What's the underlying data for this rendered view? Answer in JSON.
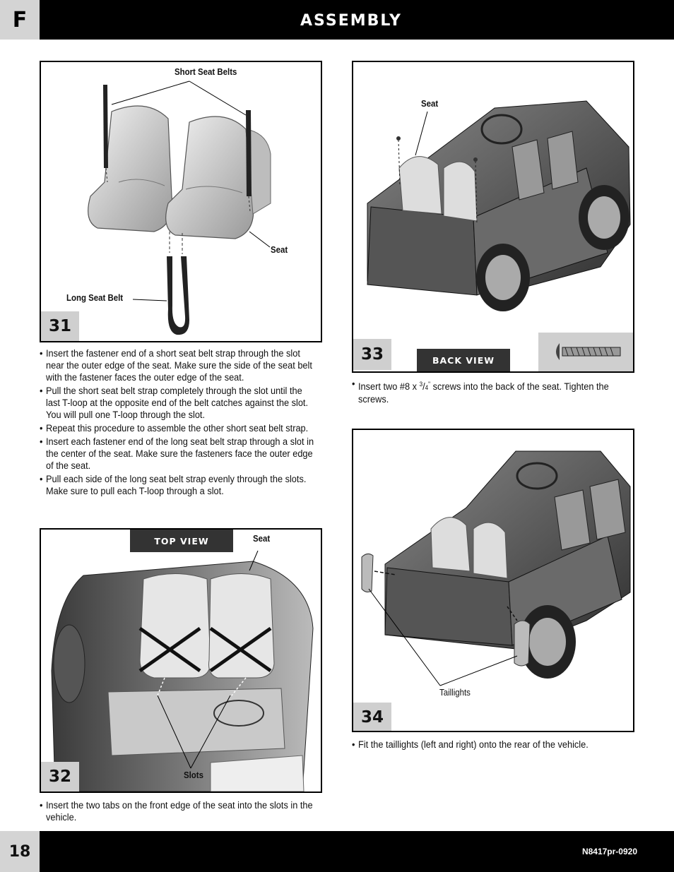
{
  "header": {
    "section_letter": "F",
    "title": "ASSEMBLY"
  },
  "footer": {
    "page_number": "18",
    "doc_code": "N8417pr-0920"
  },
  "step31": {
    "number": "31",
    "labels": {
      "short_belts": "Short Seat Belts",
      "seat": "Seat",
      "long_belt": "Long Seat Belt"
    },
    "instructions": [
      "Insert the fastener end of a short seat belt strap through the slot near the outer edge of the seat. Make sure the side of the seat belt with the fastener faces the outer edge of the seat.",
      "Pull the short seat belt strap completely through the slot until the last T-loop at the opposite end of the belt catches against the slot. You will pull one T-loop through the slot.",
      "Repeat this procedure to assemble the other short seat belt strap.",
      "Insert each fastener end of the long seat belt strap through a slot in the center of the seat. Make sure the fasteners face the outer edge of the seat.",
      "Pull each side of the long seat belt strap evenly through the slots. Make sure to pull each T-loop through a slot."
    ]
  },
  "step32": {
    "number": "32",
    "view": "TOP VIEW",
    "labels": {
      "seat": "Seat",
      "slots": "Slots"
    },
    "instructions": [
      "Insert the two tabs on the front edge of the seat into the slots in the vehicle."
    ]
  },
  "step33": {
    "number": "33",
    "view": "BACK VIEW",
    "labels": {
      "seat": "Seat"
    },
    "instruction": {
      "pre": "Insert two #8 x ",
      "num": "3",
      "sep": "/",
      "den": "4",
      "unit": "\"",
      "post": " screws into the back of the seat. Tighten the screws."
    }
  },
  "step34": {
    "number": "34",
    "labels": {
      "taillights": "Taillights"
    },
    "instructions": [
      "Fit the taillights (left and right) onto the rear of the vehicle."
    ]
  }
}
